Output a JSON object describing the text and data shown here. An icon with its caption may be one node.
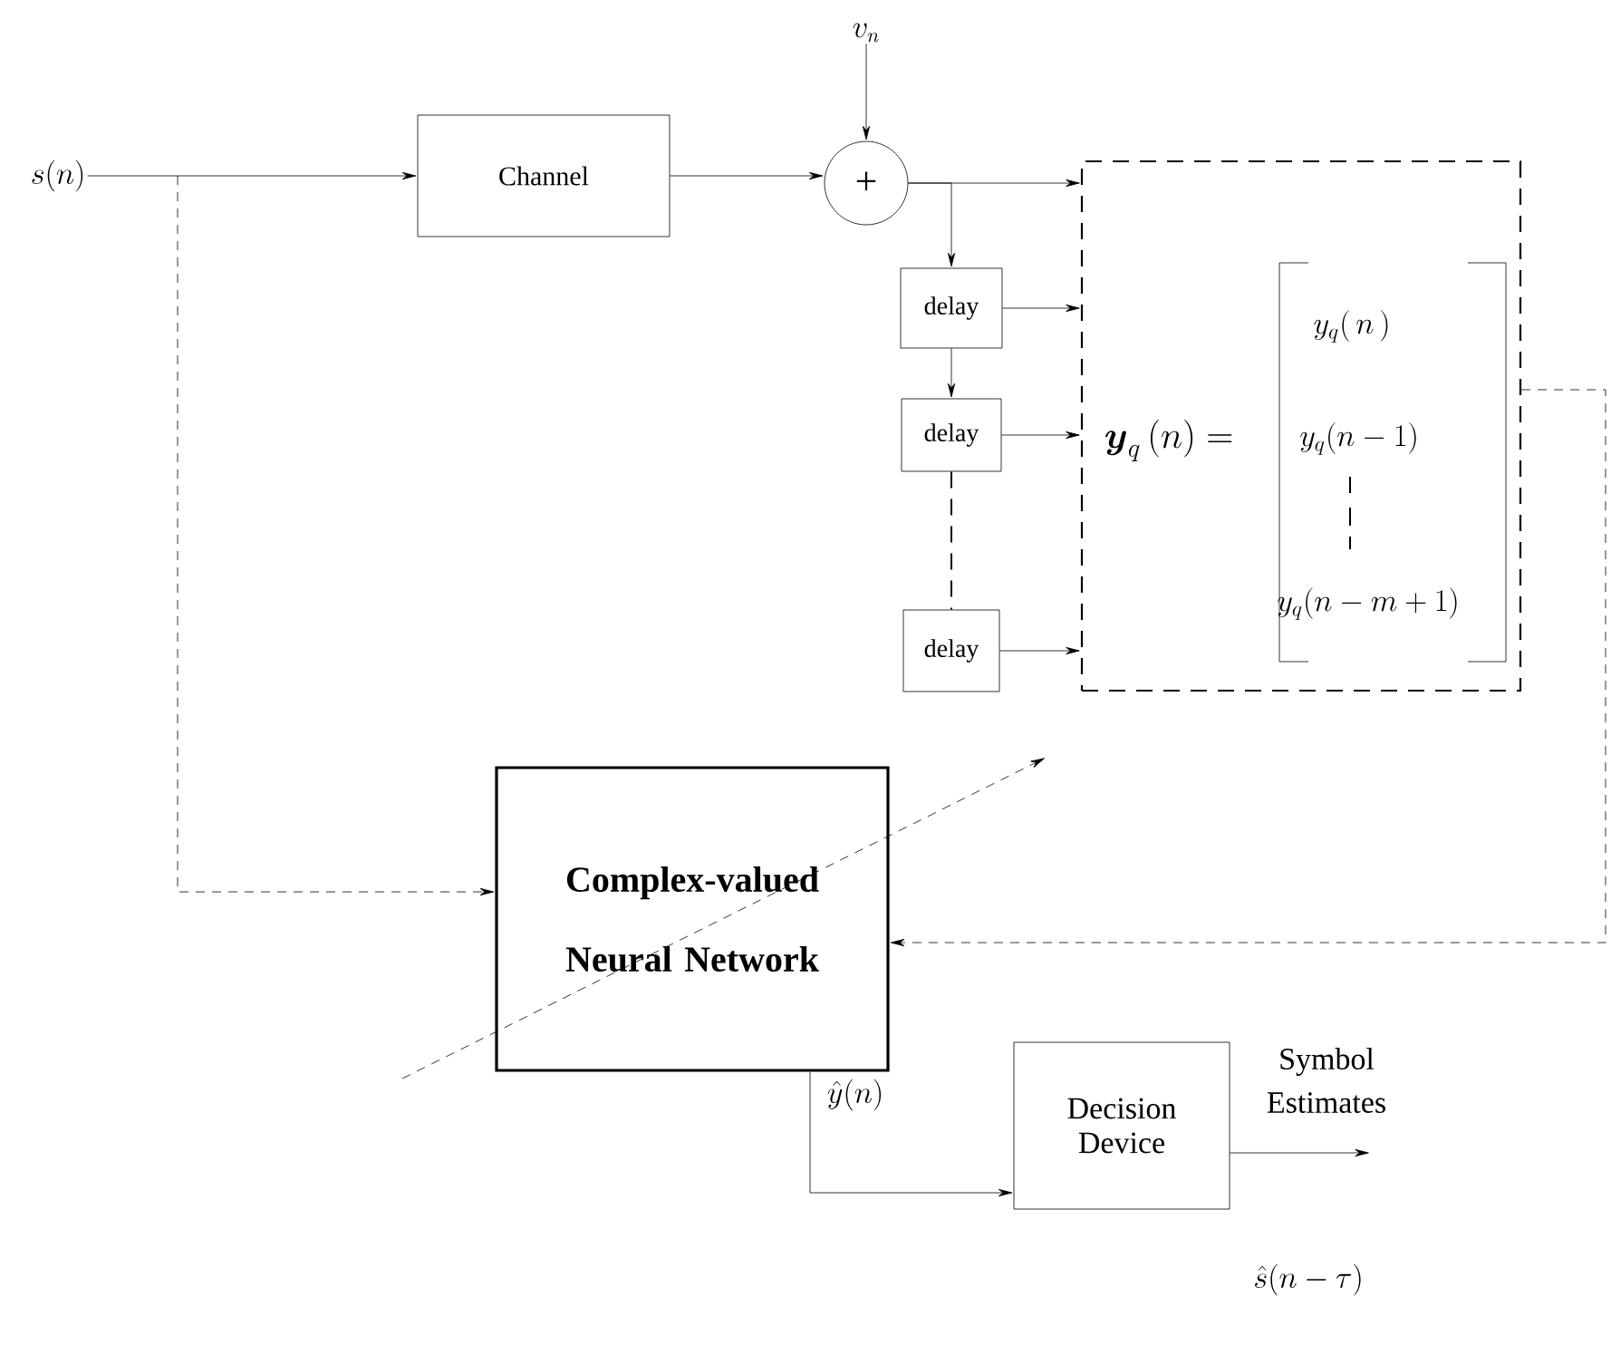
{
  "diagram": {
    "nodes": [
      {
        "text": [
          "s(n)"
        ]
      },
      {
        "text": [
          "Channel"
        ]
      },
      {
        "text": [
          "v_n"
        ]
      },
      {
        "text": [
          "+"
        ]
      },
      {
        "text": [
          "\\boldsymbol{y}_q\\,(n)=",
          "y_q(\\,n\\,)",
          "y_q(n-1)",
          "y_q(n-m+1)"
        ]
      },
      {
        "text": [
          "delay"
        ]
      },
      {
        "text": [
          "delay"
        ]
      },
      {
        "text": [
          "delay"
        ]
      },
      {
        "text": [
          "Complex-valued Neural Network"
        ]
      },
      {
        "text": [
          "Decision Device"
        ]
      }
    ],
    "edges": [
      {
        "from": 0,
        "to": 1,
        "arrow": "to"
      },
      {
        "from": 1,
        "to": 3,
        "arrow": "to"
      },
      {
        "from": 2,
        "to": 3,
        "arrow": "to"
      },
      {
        "from": 3,
        "to": 4,
        "arrow": "to"
      },
      {
        "from": 3,
        "to": 5,
        "arrow": "to"
      },
      {
        "from": 5,
        "to": 4,
        "arrow": "to"
      },
      {
        "from": 5,
        "to": 6,
        "arrow": "to"
      },
      {
        "from": 6,
        "to": 4,
        "arrow": "to"
      },
      {
        "from": 6,
        "to": 7,
        "arrow": "none",
        "style": "dashed"
      },
      {
        "from": 7,
        "to": 4,
        "arrow": "to"
      },
      {
        "from": 0,
        "to": 8,
        "arrow": "to",
        "style": "dashed"
      },
      {
        "from": 4,
        "to": 8,
        "arrow": "to",
        "style": "dashed"
      },
      {
        "from": 8,
        "to": 9,
        "arrow": "to",
        "label": "\\hat{y}(n)"
      },
      {
        "from": 9,
        "to": null,
        "arrow": "to"
      }
    ],
    "labels": [
      "Symbol Estimates",
      "\\hat{s}(n-\\tau)"
    ]
  }
}
